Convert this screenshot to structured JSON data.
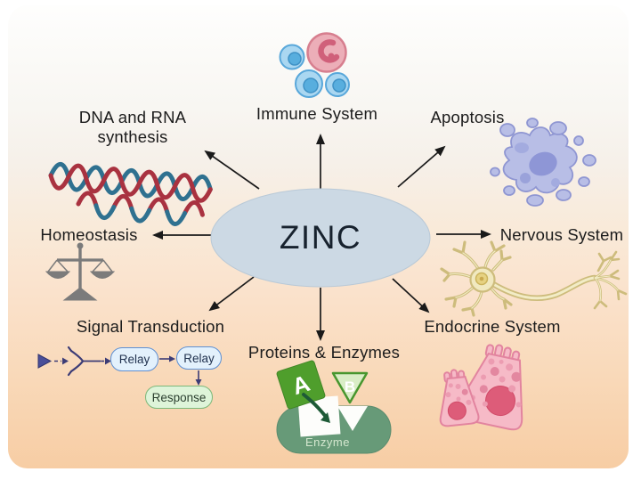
{
  "figure": {
    "center_label": "ZINC",
    "type": "radial concept diagram"
  },
  "nodes": [
    {
      "id": "immune-system",
      "label": "Immune System",
      "icon": "immune-cells-icon"
    },
    {
      "id": "dna-rna-synthesis",
      "label_line1": "DNA and RNA",
      "label_line2": "synthesis",
      "icon": "dna-helix-icon"
    },
    {
      "id": "apoptosis",
      "label": "Apoptosis",
      "icon": "apoptotic-cell-icon"
    },
    {
      "id": "homeostasis",
      "label": "Homeostasis",
      "icon": "balance-scale-icon"
    },
    {
      "id": "nervous-system",
      "label": "Nervous System",
      "icon": "neuron-icon"
    },
    {
      "id": "signal-transduction",
      "label": "Signal Transduction",
      "icon": "signal-pathway-icon"
    },
    {
      "id": "proteins-enzymes",
      "label": "Proteins & Enzymes",
      "icon": "enzyme-substrate-icon"
    },
    {
      "id": "endocrine-system",
      "label": "Endocrine System",
      "icon": "secretory-cells-icon"
    }
  ],
  "signal_diagram": {
    "relay1": "Relay",
    "relay2": "Relay",
    "response": "Response"
  },
  "enzyme_diagram": {
    "substrate_a": "A",
    "substrate_b": "B",
    "enzyme_label": "Enzyme"
  },
  "colors": {
    "panel_bottom": "#f7cda4",
    "ellipse_fill": "#ccd9e4",
    "arrow": "#1a1a1a",
    "dna_red": "#a93240",
    "dna_teal": "#2f7190",
    "apoptosis_fill": "#b8bee6",
    "scale_gray": "#7b7b7b",
    "neuron_fill": "#f1e9c0",
    "relay_fill": "#e3f1fc",
    "response_fill": "#def4d9",
    "substrate_green": "#4f9e2c",
    "enzyme_body": "#679a78",
    "cell_pink": "#f6bac7"
  }
}
